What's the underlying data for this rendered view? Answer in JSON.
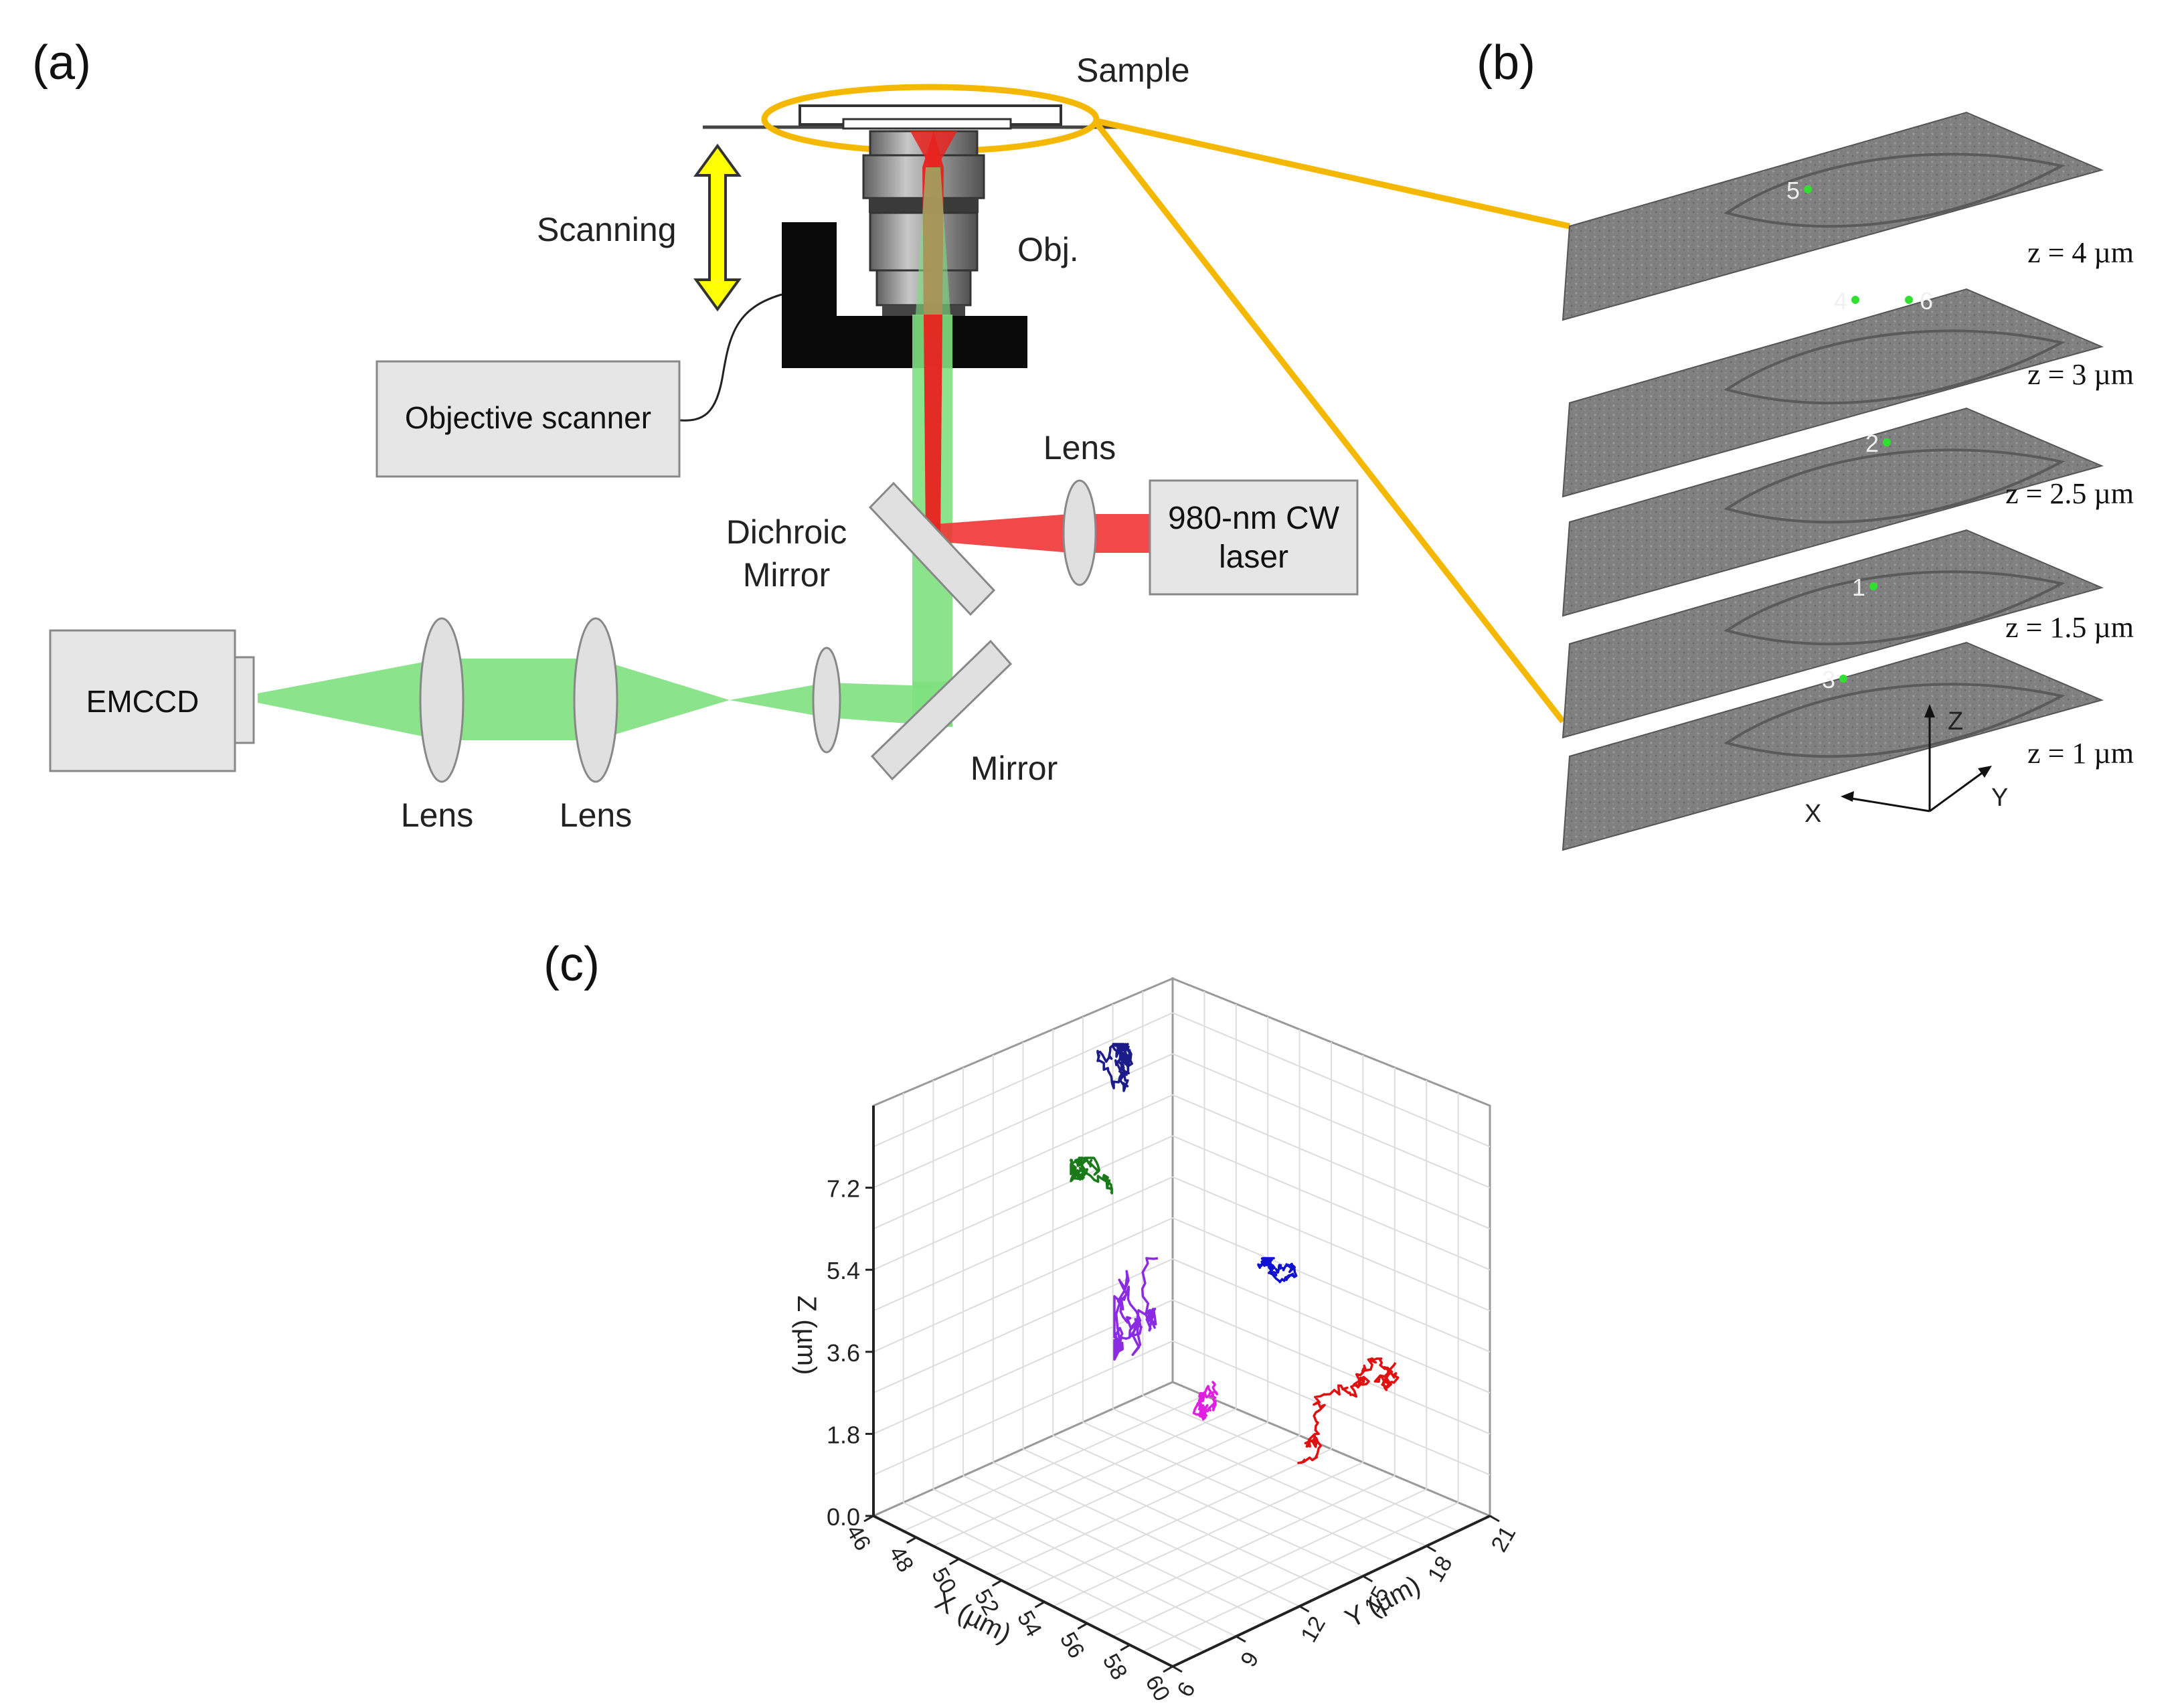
{
  "panels": {
    "a": "(a)",
    "b": "(b)",
    "c": "(c)"
  },
  "setup": {
    "sample": "Sample",
    "scanning": "Scanning",
    "objective": "Obj.",
    "objective_scanner": "Objective scanner",
    "lens_laser": "Lens",
    "dichroic_line1": "Dichroic",
    "dichroic_line2": "Mirror",
    "laser_line1": "980-nm CW",
    "laser_line2": "laser",
    "emccd": "EMCCD",
    "lens_1": "Lens",
    "lens_2": "Lens",
    "mirror": "Mirror"
  },
  "stack": {
    "slices": [
      {
        "label": "z = 4 µm",
        "particles": [
          "5"
        ]
      },
      {
        "label": "z = 3 µm",
        "particles": [
          "4",
          "6"
        ]
      },
      {
        "label": "z = 2.5 µm",
        "particles": [
          "2"
        ]
      },
      {
        "label": "z = 1.5 µm",
        "particles": [
          "1"
        ]
      },
      {
        "label": "z = 1 µm",
        "particles": [
          "3"
        ]
      }
    ],
    "axes": {
      "z": "Z",
      "y": "Y",
      "x": "X"
    }
  },
  "chart_data": {
    "type": "line",
    "projection": "3d",
    "x_label": "X (µm)",
    "y_label": "Y (µm)",
    "z_label": "Z (µm)",
    "x_ticks": [
      "46",
      "48",
      "50",
      "52",
      "54",
      "56",
      "58",
      "60"
    ],
    "y_ticks": [
      "6",
      "9",
      "12",
      "15",
      "18",
      "21"
    ],
    "z_ticks": [
      "0.0",
      "1.8",
      "3.6",
      "5.4",
      "7.2"
    ],
    "x_range": [
      46,
      60
    ],
    "y_range": [
      6,
      21
    ],
    "z_range": [
      0,
      9
    ],
    "grid": true,
    "series_colors": [
      "#1b1b8a",
      "#1a7a1a",
      "#8a2be2",
      "#e020e0",
      "#1010d0",
      "#e01010"
    ]
  }
}
